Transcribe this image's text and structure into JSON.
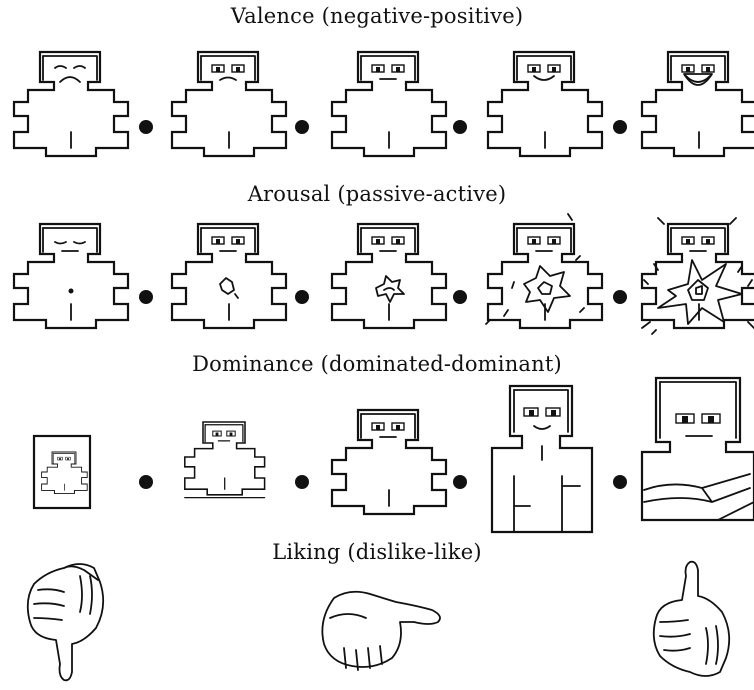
{
  "scales": [
    {
      "id": "valence",
      "title": "Valence (negative-positive)",
      "levels": 5
    },
    {
      "id": "arousal",
      "title": "Arousal (passive-active)",
      "levels": 5
    },
    {
      "id": "dominance",
      "title": "Dominance (dominated-dominant)",
      "levels": 5
    },
    {
      "id": "liking",
      "title": "Liking (dislike-like)",
      "levels": 3
    }
  ],
  "icons": {
    "figure": "sam-manikin-icon",
    "separator": "dot-separator-icon",
    "thumbs_down": "thumbs-down-icon",
    "thumbs_sideways": "thumb-sideways-icon",
    "thumbs_up": "thumbs-up-icon"
  },
  "colors": {
    "ink": "#111111",
    "background": "#ffffff"
  }
}
